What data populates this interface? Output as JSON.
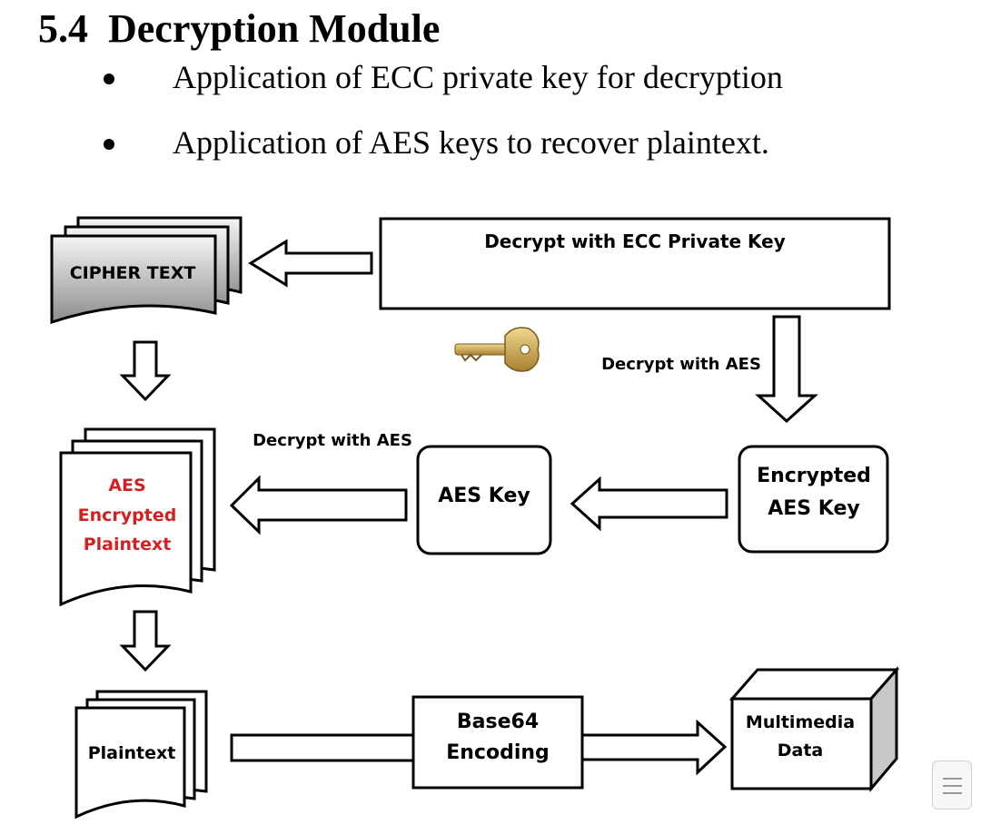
{
  "section": {
    "number": "5.4",
    "title": "Decryption Module"
  },
  "bullets": [
    "Application of ECC private key for decryption",
    "Application of AES keys to recover plaintext."
  ],
  "diagram": {
    "cipher_text": "CIPHER TEXT",
    "decrypt_ecc": "Decrypt with ECC Private Key",
    "decrypt_aes_right": "Decrypt with AES",
    "decrypt_aes_left": "Decrypt with AES",
    "encrypted_aes_key": [
      "Encrypted",
      "AES Key"
    ],
    "aes_key": "AES Key",
    "aes_encrypted_plaintext": [
      "AES",
      "Encrypted",
      "Plaintext"
    ],
    "plaintext": "Plaintext",
    "base64": [
      "Base64",
      "Encoding"
    ],
    "multimedia": [
      "Multimedia",
      "Data"
    ],
    "colors": {
      "red_label": "#d42020",
      "cipher_fill_top": "#f5f5f5",
      "cipher_fill_bottom": "#8c8c8c",
      "key_gold": "#c9a24a"
    }
  },
  "ui": {
    "menu_icon": "hamburger-menu-icon"
  }
}
